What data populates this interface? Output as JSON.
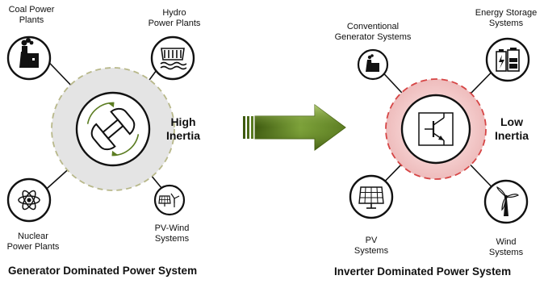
{
  "left_diagram": {
    "nodes": {
      "coal": "Coal Power\nPlants",
      "hydro": "Hydro\nPower Plants",
      "nuclear": "Nuclear\nPower Plants",
      "pv_wind": "PV-Wind\nSystems"
    },
    "inertia_label": "High\nInertia",
    "caption": "Generator Dominated Power System"
  },
  "right_diagram": {
    "nodes": {
      "conventional": "Conventional\nGenerator Systems",
      "storage": "Energy Storage\nSystems",
      "pv": "PV\nSystems",
      "wind": "Wind\nSystems"
    },
    "inertia_label": "Low\nInertia",
    "caption": "Inverter Dominated Power System"
  },
  "colors": {
    "left_halo": "#e3e3e3",
    "left_halo_dash": "#b9b98a",
    "right_halo": "#f2c8c8",
    "right_halo_dash": "#d64545",
    "arrow": "#5f7f24"
  }
}
